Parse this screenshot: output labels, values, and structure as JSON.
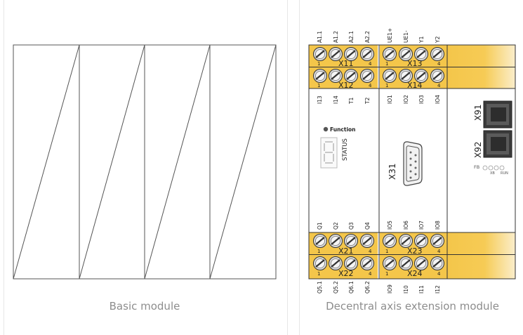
{
  "captions": {
    "basic": "Basic module",
    "extension": "Decentral axis extension module"
  },
  "colors": {
    "terminal_yellow": "#f4c64a",
    "outline": "#333333",
    "caption_gray": "#8d8d8d"
  },
  "left_block": {
    "top_labels": [
      "A1.1",
      "A1.2",
      "A2.1",
      "A2.2"
    ],
    "row1_connector": "X11",
    "row2_connector": "X12",
    "row2_labels": [
      "I13",
      "I14",
      "T1",
      "T2"
    ],
    "bottom_labels_top": [
      "Q1",
      "Q2",
      "Q3",
      "Q4"
    ],
    "row3_connector": "X21",
    "row4_connector": "X22",
    "bottom_labels": [
      "Q5.1",
      "Q5.2",
      "Q6.1",
      "Q6.2"
    ],
    "function_label": "Function",
    "status_label": "STATUS",
    "pin_first": "1",
    "pin_last": "4"
  },
  "mid_block": {
    "top_labels": [
      "UE1+",
      "UE1-",
      "Y1",
      "Y2"
    ],
    "row1_connector": "X13",
    "row2_connector": "X14",
    "row2_labels": [
      "IO1",
      "IO2",
      "IO3",
      "IO4"
    ],
    "bottom_labels_top": [
      "IO5",
      "IO6",
      "IO7",
      "IO8"
    ],
    "row3_connector": "X23",
    "row4_connector": "X24",
    "bottom_labels": [
      "IO9",
      "I10",
      "I11",
      "I12"
    ],
    "sub_d_connector": "X31",
    "pin_first": "1",
    "pin_last": "4"
  },
  "right_block": {
    "port1": "X91",
    "port2": "X92",
    "fb_label": "FB",
    "led_labels": [
      "XB",
      "RUN"
    ]
  }
}
